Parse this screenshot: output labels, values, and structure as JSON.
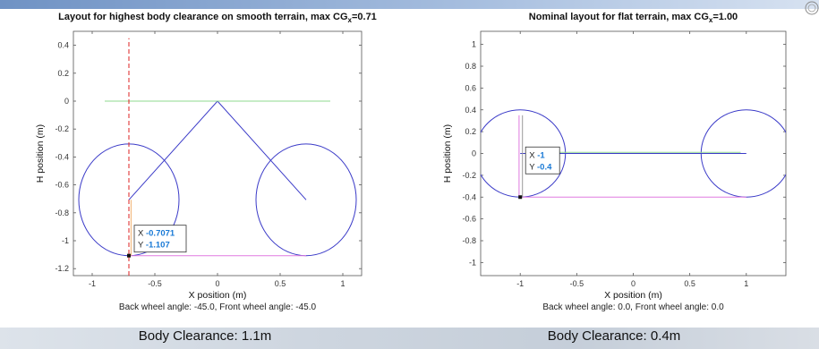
{
  "chart_data": [
    {
      "type": "line",
      "title": "Layout for highest body clearance on smooth terrain, max CG",
      "title_subscript": "x",
      "title_suffix": "=0.71",
      "xlabel": "X position (m)",
      "ylabel": "H position (m)",
      "xlim": [
        -1.15,
        1.15
      ],
      "ylim": [
        -1.25,
        0.5
      ],
      "xticks": [
        -1,
        -0.5,
        0,
        0.5,
        1
      ],
      "xtick_labels": [
        "-1",
        "-0.5",
        "0",
        "0.5",
        "1"
      ],
      "yticks": [
        0.4,
        0.2,
        0,
        -0.2,
        -0.4,
        -0.6,
        -0.8,
        -1,
        -1.2
      ],
      "ytick_labels": [
        "0.4",
        "0.2",
        "0",
        "-0.2",
        "-0.4",
        "-0.6",
        "-0.8",
        "-1",
        "-1.2"
      ],
      "grid": false,
      "wheels": [
        {
          "cx": -0.7071,
          "cy": -0.7071,
          "r": 0.4
        },
        {
          "cx": 0.7071,
          "cy": -0.7071,
          "r": 0.4
        }
      ],
      "series": [
        {
          "color": "#3b3bc8",
          "points": [
            [
              -0.7071,
              -0.7071
            ],
            [
              0,
              0
            ],
            [
              0.7071,
              -0.7071
            ]
          ]
        },
        {
          "color": "#8fd88f",
          "points": [
            [
              -0.9,
              0
            ],
            [
              0.9,
              0
            ]
          ]
        },
        {
          "color": "#e07ae0",
          "points": [
            [
              -0.7071,
              -1.107
            ],
            [
              0.7071,
              -1.107
            ]
          ]
        },
        {
          "color": "#f0b070",
          "points": [
            [
              -0.69,
              -1.107
            ],
            [
              -0.69,
              -0.7071
            ]
          ]
        },
        {
          "color": "#dd2222",
          "dashed": true,
          "points": [
            [
              -0.7071,
              -1.25
            ],
            [
              -0.7071,
              0.45
            ]
          ]
        }
      ],
      "datatip": {
        "x": -0.7071,
        "y": -1.107,
        "x_label": "X",
        "x_value": "-0.7071",
        "y_label": "Y",
        "y_value": "-1.107"
      },
      "annotation": "Back wheel angle: -45.0, Front wheel angle: -45.0",
      "caption": "Body Clearance: 1.1m"
    },
    {
      "type": "line",
      "title": "Nominal layout for flat terrain, max CG",
      "title_subscript": "x",
      "title_suffix": "=1.00",
      "xlabel": "X position (m)",
      "ylabel": "H position (m)",
      "xlim": [
        -1.35,
        1.35
      ],
      "ylim": [
        -1.12,
        1.12
      ],
      "xticks": [
        -1,
        -0.5,
        0,
        0.5,
        1
      ],
      "xtick_labels": [
        "-1",
        "-0.5",
        "0",
        "0.5",
        "1"
      ],
      "yticks": [
        1,
        0.8,
        0.6,
        0.4,
        0.2,
        0,
        -0.2,
        -0.4,
        -0.6,
        -0.8,
        -1
      ],
      "ytick_labels": [
        "1",
        "0.8",
        "0.6",
        "0.4",
        "0.2",
        "0",
        "-0.2",
        "-0.4",
        "-0.6",
        "-0.8",
        "-1"
      ],
      "grid": false,
      "wheels": [
        {
          "cx": -1,
          "cy": 0,
          "r": 0.4
        },
        {
          "cx": 1,
          "cy": 0,
          "r": 0.4
        }
      ],
      "series": [
        {
          "color": "#3b3bc8",
          "points": [
            [
              -1,
              0
            ],
            [
              1,
              0
            ]
          ]
        },
        {
          "color": "#8fd88f",
          "points": [
            [
              -0.95,
              0.01
            ],
            [
              0.95,
              0.01
            ]
          ]
        },
        {
          "color": "#e07ae0",
          "points": [
            [
              -1,
              -0.4
            ],
            [
              1,
              -0.4
            ]
          ]
        },
        {
          "color": "#e07ae0",
          "points": [
            [
              -1.01,
              -0.4
            ],
            [
              -1.01,
              0.35
            ]
          ]
        },
        {
          "color": "#999999",
          "points": [
            [
              -0.98,
              -0.4
            ],
            [
              -0.98,
              0.35
            ]
          ]
        }
      ],
      "datatip": {
        "x": -1,
        "y": -0.4,
        "x_label": "X",
        "x_value": "-1",
        "y_label": "Y",
        "y_value": "-0.4"
      },
      "annotation": "Back wheel angle: 0.0, Front wheel angle: 0.0",
      "caption": "Body Clearance: 0.4m"
    }
  ]
}
